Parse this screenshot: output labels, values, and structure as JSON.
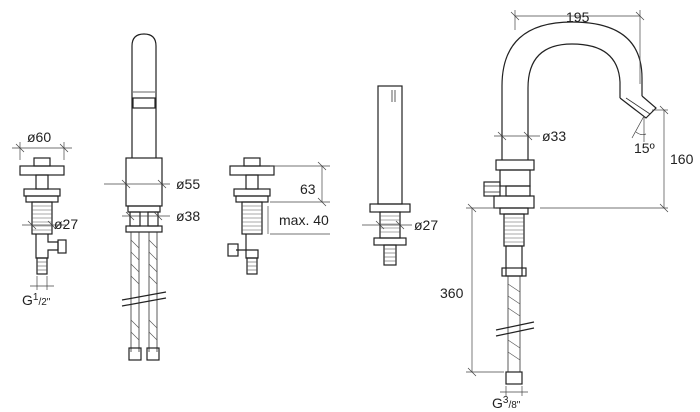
{
  "dimensions": {
    "d_valve_handle": "ø60",
    "d_valve_body": "ø27",
    "thread_valve_g": "G",
    "thread_valve_num": "1",
    "thread_valve_den": "/2\"",
    "d_spout_body": "ø55",
    "d_spout_base": "ø38",
    "valve_height": "63",
    "valve_max": "max. 40",
    "d_shower_base": "ø27",
    "spout_reach": "195",
    "d_spout_neck": "ø33",
    "spout_angle": "15º",
    "spout_height": "160",
    "hose_length": "360",
    "thread_mixer_g": "G",
    "thread_mixer_num": "3",
    "thread_mixer_den": "/8\""
  },
  "colors": {
    "line": "#222222",
    "background": "#ffffff"
  }
}
